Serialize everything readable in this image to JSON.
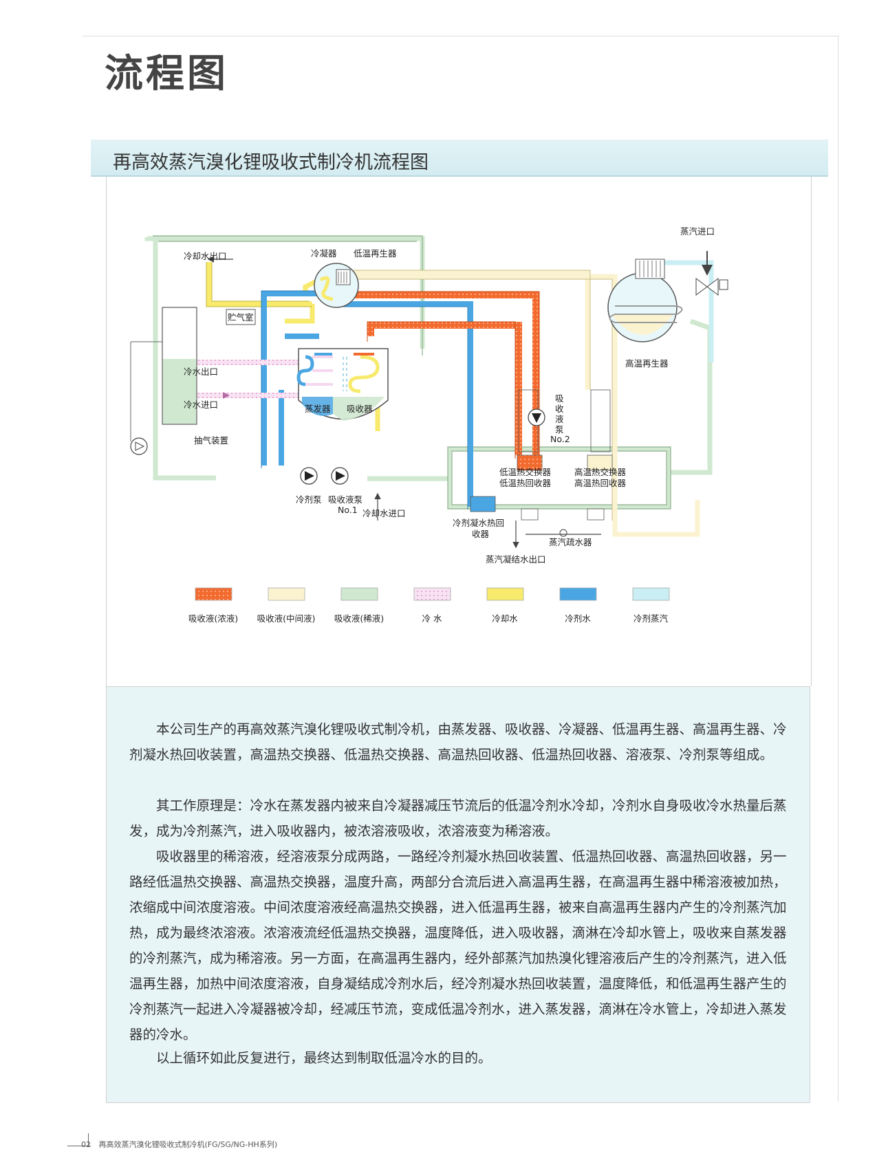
{
  "page_title": "流程图",
  "section_title": "再高效蒸汽溴化锂吸收式制冷机流程图",
  "labels": {
    "steam_inlet": "蒸汽进口",
    "cooling_water_outlet": "冷却水出口",
    "condenser": "冷凝器",
    "low_temp_generator": "低温再生器",
    "gas_storage": "贮气室",
    "chilled_water_outlet": "冷水出口",
    "chilled_water_inlet": "冷水进口",
    "evaporator": "蒸发器",
    "absorber": "吸收器",
    "purge_device": "抽气装置",
    "high_temp_generator": "高温再生器",
    "solution_pump_2_chars": [
      "吸",
      "收",
      "液",
      "泵"
    ],
    "solution_pump_2_no": "No.2",
    "low_temp_hx": "低温热交换器",
    "low_temp_recovery": "低温热回收器",
    "high_temp_hx": "高温热交换器",
    "high_temp_recovery": "高温热回收器",
    "refrigerant_pump": "冷剂泵",
    "solution_pump_1": "吸收液泵",
    "solution_pump_1_no": "No.1",
    "cooling_water_inlet": "冷却水进口",
    "refrigerant_recovery_line1": "冷剂凝水热回",
    "refrigerant_recovery_line2": "收器",
    "steam_trap": "蒸汽疏水器",
    "condensate_outlet": "蒸汽凝结水出口"
  },
  "legend": [
    {
      "label": "吸收液(浓液)",
      "color": "#f26a2e",
      "pattern": "dots"
    },
    {
      "label": "吸收液(中间液)",
      "color": "#fbf3d0",
      "pattern": "none"
    },
    {
      "label": "吸收液(稀液)",
      "color": "#cfe8cf",
      "pattern": "none"
    },
    {
      "label": "冷  水",
      "color": "#f6d7ee",
      "pattern": "dots"
    },
    {
      "label": "冷却水",
      "color": "#f7ea6c",
      "pattern": "none"
    },
    {
      "label": "冷剂水",
      "color": "#4aa6e3",
      "pattern": "none"
    },
    {
      "label": "冷剂蒸汽",
      "color": "#c9eef3",
      "pattern": "none"
    }
  ],
  "paragraphs": [
    "本公司生产的再高效蒸汽溴化锂吸收式制冷机，由蒸发器、吸收器、冷凝器、低温再生器、高温再生器、冷剂凝水热回收装置，高温热交换器、低温热交换器、高温热回收器、低温热回收器、溶液泵、冷剂泵等组成。",
    "其工作原理是：冷水在蒸发器内被来自冷凝器减压节流后的低温冷剂水冷却，冷剂水自身吸收冷水热量后蒸发，成为冷剂蒸汽，进入吸收器内，被浓溶液吸收，浓溶液变为稀溶液。",
    "吸收器里的稀溶液，经溶液泵分成两路，一路经冷剂凝水热回收装置、低温热回收器、高温热回收器，另一路经低温热交换器、高温热交换器，温度升高，两部分合流后进入高温再生器，在高温再生器中稀溶液被加热，浓缩成中间浓度溶液。中间浓度溶液经高温热交换器，进入低温再生器，被来自高温再生器内产生的冷剂蒸汽加热，成为最终浓溶液。浓溶液流经低温热交换器，温度降低，进入吸收器，滴淋在冷却水管上，吸收来自蒸发器的冷剂蒸汽，成为稀溶液。另一方面，在高温再生器内，经外部蒸汽加热溴化锂溶液后产生的冷剂蒸汽，进入低温再生器，加热中间浓度溶液，自身凝结成冷剂水后，经冷剂凝水热回收装置，温度降低，和低温再生器产生的冷剂蒸汽一起进入冷凝器被冷却，经减压节流，变成低温冷剂水，进入蒸发器，滴淋在冷水管上，冷却进入蒸发器的冷水。",
    "以上循环如此反复进行，最终达到制取低温冷水的目的。"
  ],
  "footer": {
    "page_number": "02",
    "text": "再高效蒸汽溴化锂吸收式制冷机(FG/SG/NG-HH系列)"
  }
}
